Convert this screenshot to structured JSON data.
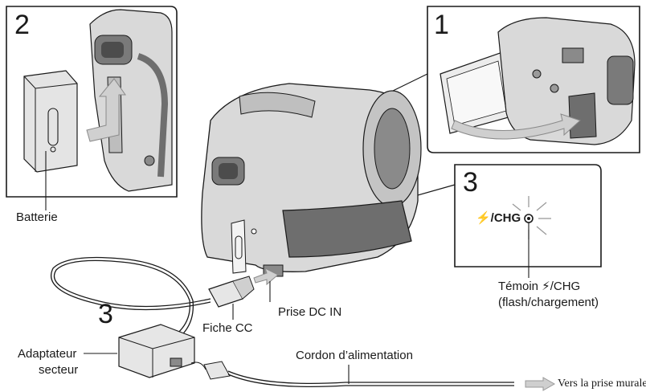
{
  "panels": {
    "battery_panel": {
      "step": "2"
    },
    "open_screen_panel": {
      "step": "1"
    },
    "charge_lamp_panel": {
      "step": "3",
      "lamp_text": "⚡/CHG"
    }
  },
  "adapter": {
    "step": "3"
  },
  "labels": {
    "battery": "Batterie",
    "dc_plug": "Fiche CC",
    "dc_in": "Prise DC IN",
    "lamp_line1": "Témoin ⚡/CHG",
    "lamp_line2": "(flash/chargement)",
    "adapter_line1": "Adaptateur",
    "adapter_line2": "secteur",
    "power_cord": "Cordon d’alimentation",
    "wall_outlet": "Vers la prise murale"
  },
  "colors": {
    "line": "#1a1a1a",
    "device_body": "#d9d9d9",
    "device_dark": "#6e6e6e",
    "arrow": "#cfcfcf"
  }
}
